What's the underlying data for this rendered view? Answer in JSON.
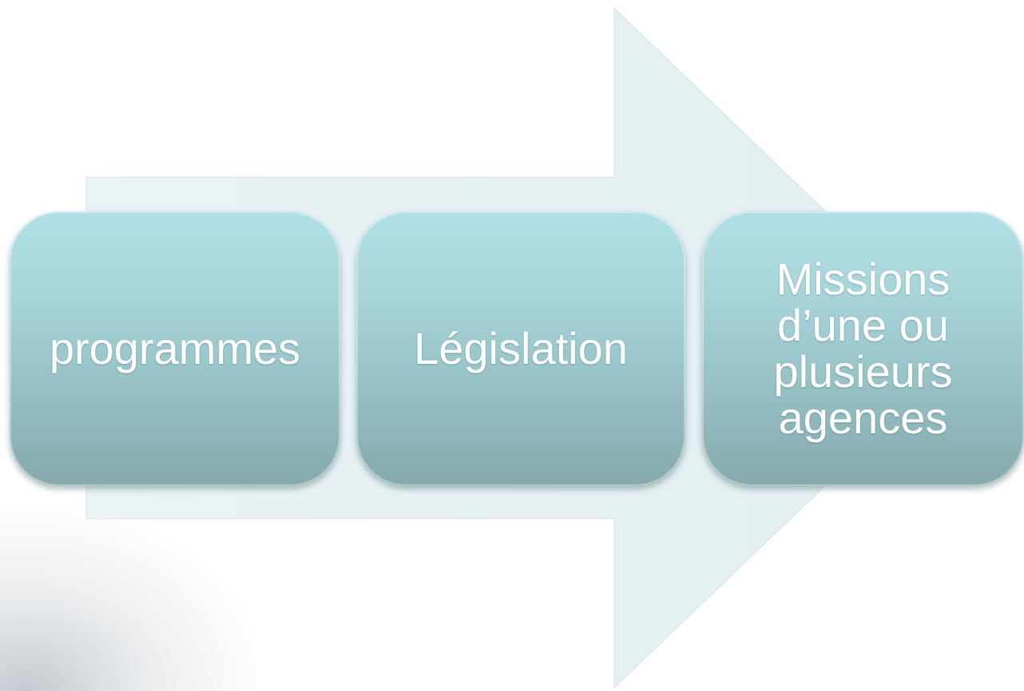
{
  "diagram": {
    "steps": [
      {
        "label": "programmes"
      },
      {
        "label": "Législation"
      },
      {
        "label_lines": [
          "Missions",
          "d’une ou",
          "plusieurs",
          "agences"
        ]
      }
    ],
    "colors": {
      "arrow_fill": "#e6f1f3",
      "box_top": "#b0e0e5",
      "box_bottom": "#86a9ac",
      "text": "#ffffff"
    }
  }
}
